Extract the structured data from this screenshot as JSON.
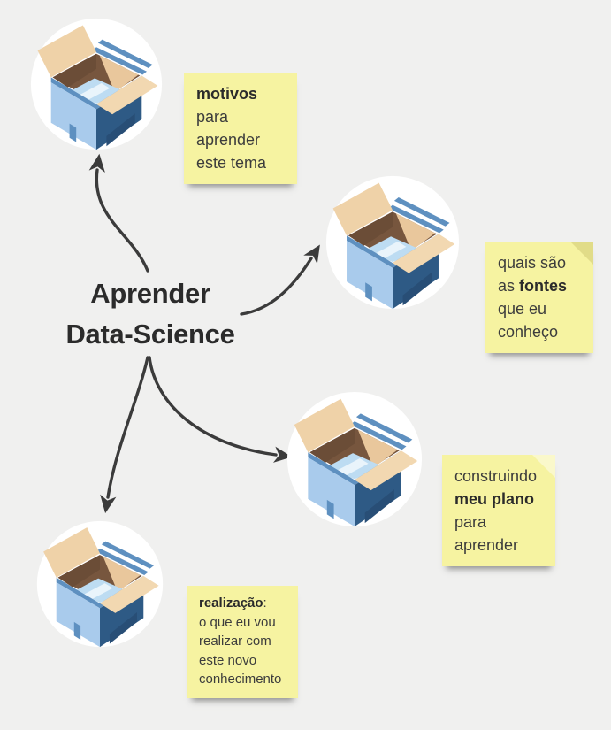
{
  "app": {
    "background": "#f0f0ef",
    "kind": "mind-map"
  },
  "colors": {
    "background": "#f0f0ef",
    "note_yellow": "#f6f3a1",
    "text_dark": "#3c3c3c",
    "title_color": "#2b2b2b",
    "arrow_color": "#3b3b3b",
    "circle_white": "#ffffff",
    "box_light_blue": "#a9cbec",
    "box_navy": "#2e5a85",
    "box_navy_shade": "#284e76",
    "box_edge_blue": "#5e90c0",
    "flap_tan": "#efd2a8",
    "flap_cream": "#f2d8b1",
    "flap_edge": "#dcc094",
    "interior_brown": "#77563e",
    "interior_brown_dark": "#6b4d37",
    "interior_tan": "#e9c79c",
    "floor_blue": "#bddcf2",
    "floor_highlight": "#e9f4fb"
  },
  "central_topic": {
    "line1": "Aprender",
    "line2": "Data-Science"
  },
  "nodes": [
    {
      "id": "motivos",
      "icon": "open-box-icon",
      "note_lines": [
        {
          "bold": "motivos"
        },
        {
          "pre": "para"
        },
        {
          "pre": "aprender"
        },
        {
          "pre": "este tema"
        }
      ]
    },
    {
      "id": "fontes",
      "icon": "open-box-icon",
      "note_lines": [
        {
          "pre": "quais são"
        },
        {
          "pre": "as ",
          "bold": "fontes"
        },
        {
          "pre": "que eu"
        },
        {
          "pre": "conheço"
        }
      ]
    },
    {
      "id": "plano",
      "icon": "open-box-icon",
      "note_lines": [
        {
          "pre": "construindo"
        },
        {
          "bold": "meu plano"
        },
        {
          "pre": "para"
        },
        {
          "pre": "aprender"
        }
      ]
    },
    {
      "id": "realizacao",
      "icon": "open-box-icon",
      "note_lines": [
        {
          "bold": "realização",
          "post": ":"
        },
        {
          "pre": "o que eu vou"
        },
        {
          "pre": "realizar com"
        },
        {
          "pre": "este novo"
        },
        {
          "pre": "conhecimento"
        }
      ]
    }
  ],
  "connectors": [
    {
      "from": "central-topic",
      "to": "motivos",
      "style": "curved-arrow"
    },
    {
      "from": "central-topic",
      "to": "fontes",
      "style": "curved-arrow"
    },
    {
      "from": "central-topic",
      "to": "plano",
      "style": "curved-arrow"
    },
    {
      "from": "central-topic",
      "to": "realizacao",
      "style": "curved-arrow"
    }
  ]
}
